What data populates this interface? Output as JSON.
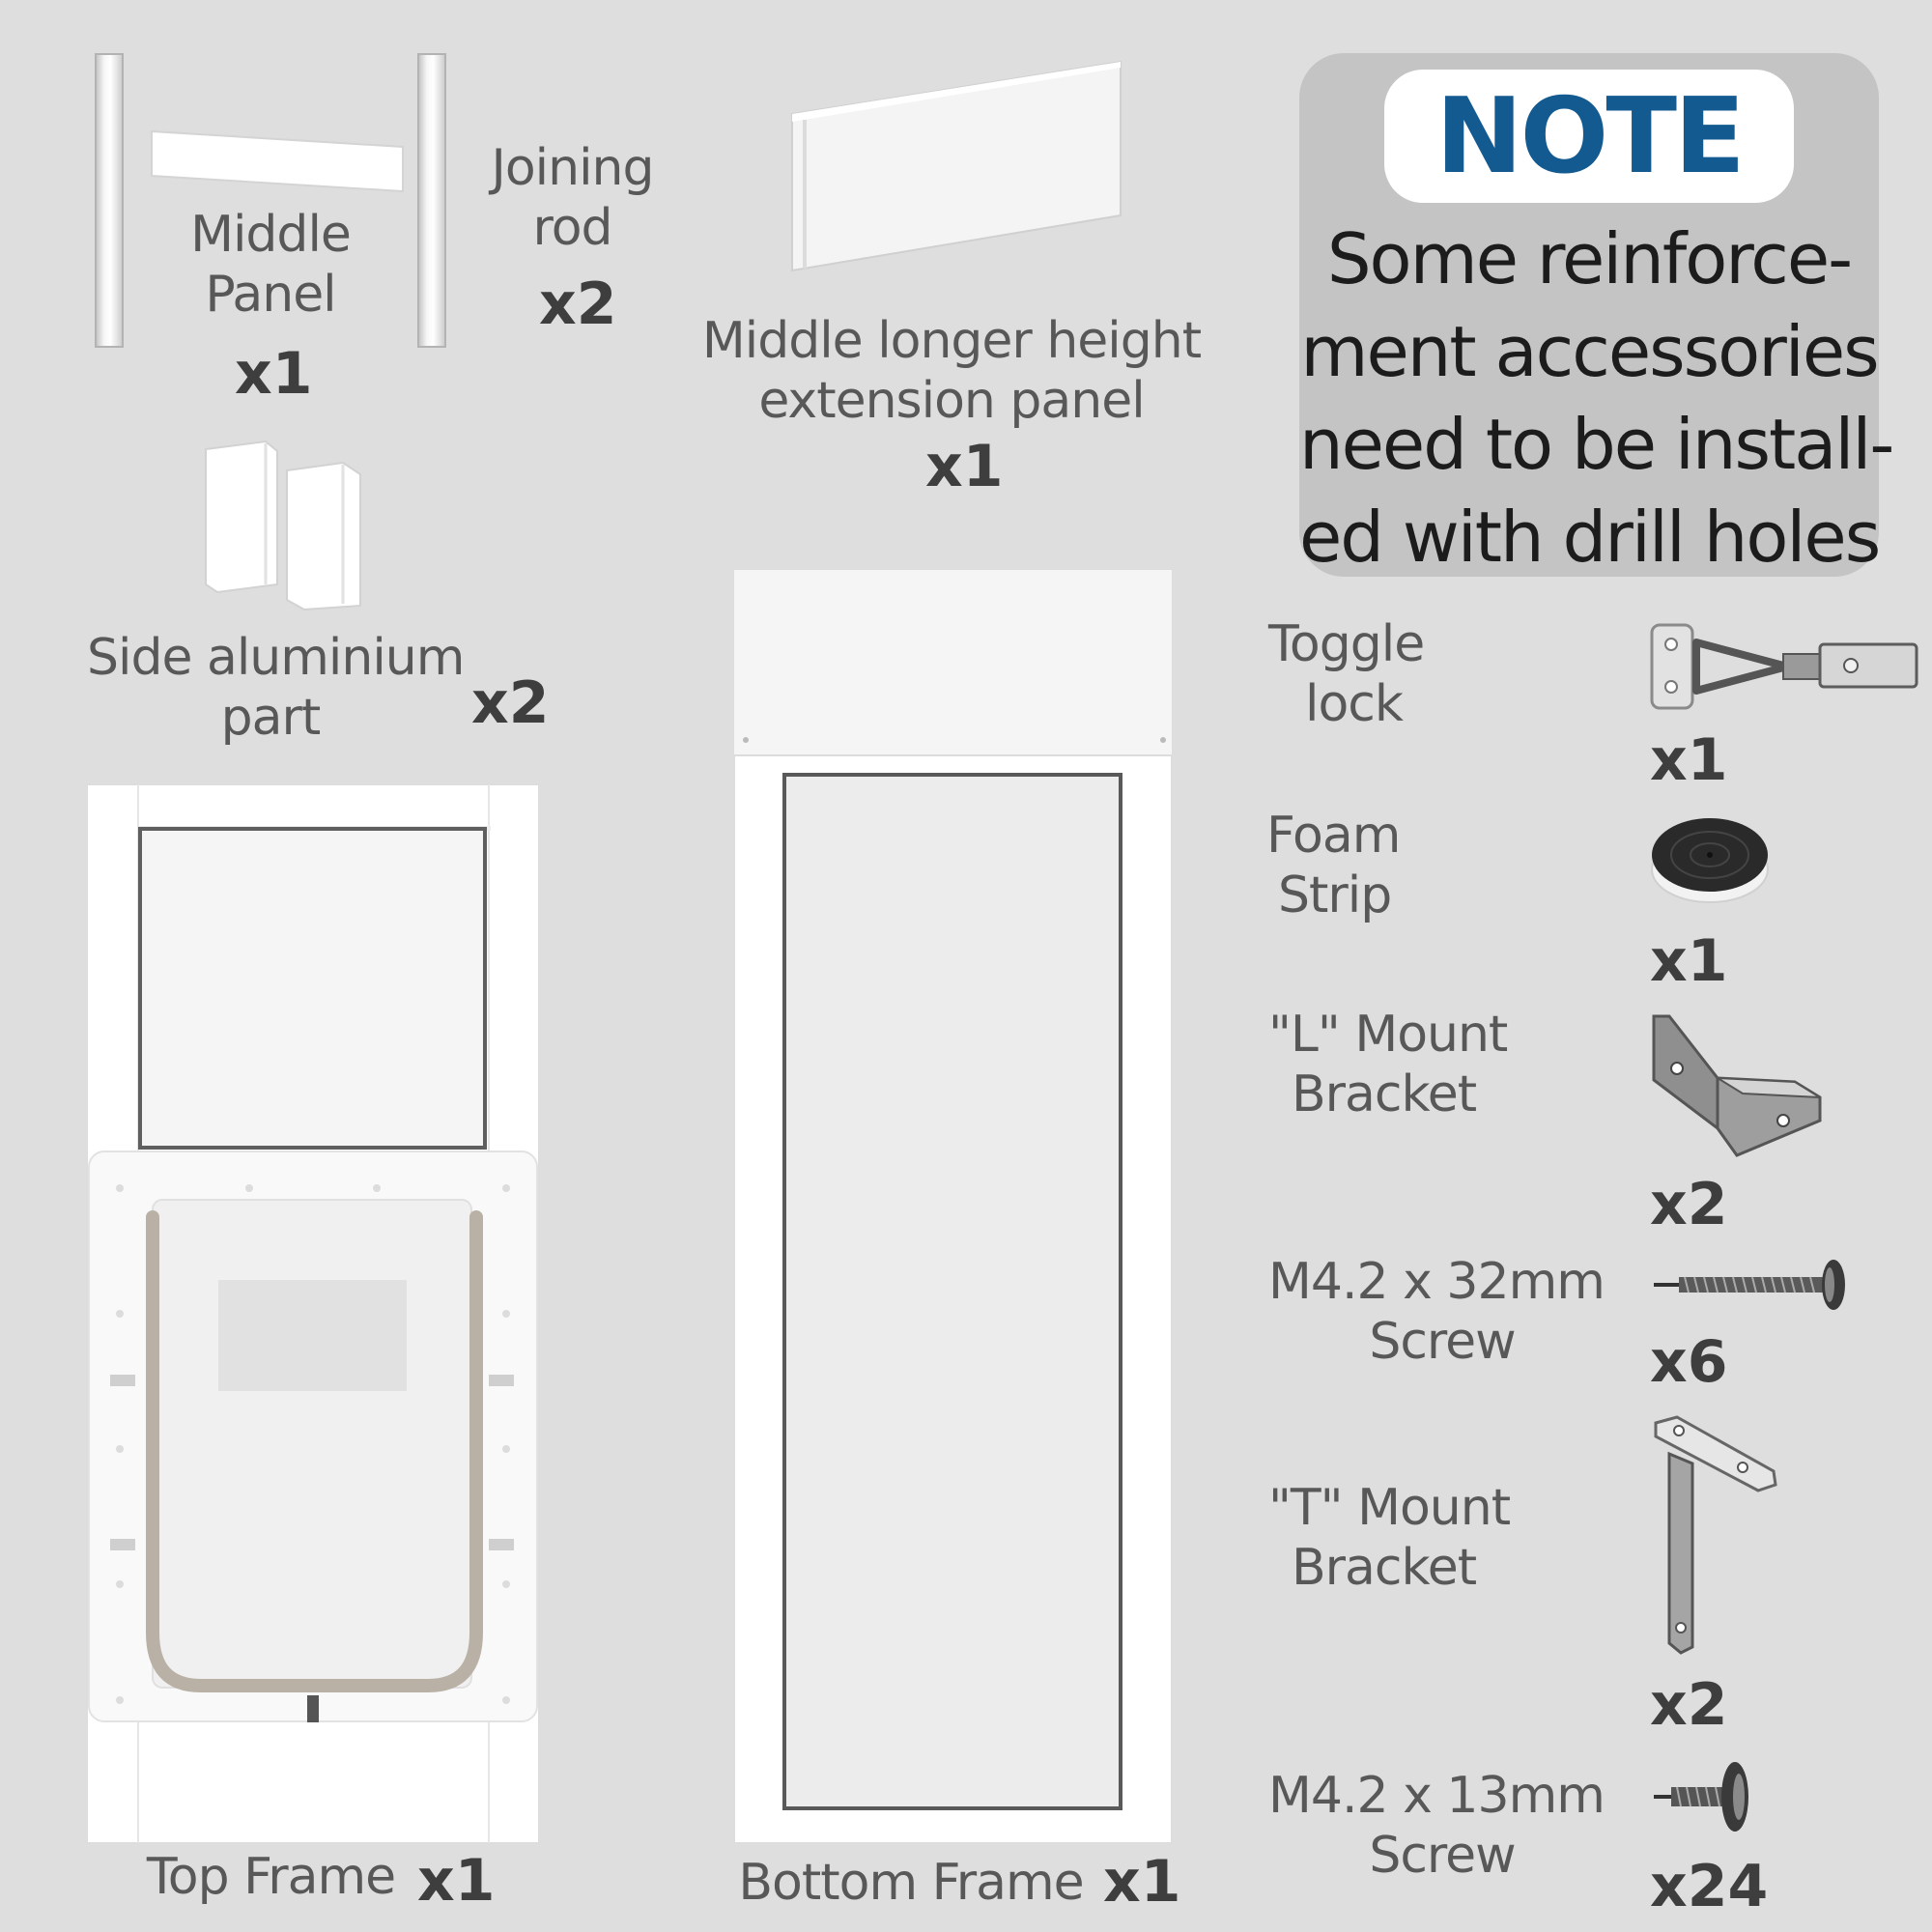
{
  "parts": {
    "middle_panel": {
      "label_line1": "Middle",
      "label_line2": "Panel",
      "qty": "x1"
    },
    "joining_rod": {
      "label_line1": "Joining",
      "label_line2": "rod",
      "qty": "x2"
    },
    "extension_panel": {
      "label_line1": "Middle longer height",
      "label_line2": "extension panel",
      "qty": "x1"
    },
    "side_aluminium": {
      "label_line1": "Side aluminium",
      "label_line2": "part",
      "qty": "x2"
    },
    "top_frame": {
      "label": "Top Frame",
      "qty": "x1"
    },
    "bottom_frame": {
      "label": "Bottom Frame",
      "qty": "x1"
    }
  },
  "note": {
    "title": "NOTE",
    "lines": [
      "Some reinforce-",
      "ment accessories",
      "need to be install-",
      "ed with drill holes"
    ],
    "title_color": "#135a91"
  },
  "hardware": [
    {
      "label_line1": "Toggle",
      "label_line2": "lock",
      "qty": "x1"
    },
    {
      "label_line1": "Foam",
      "label_line2": "Strip",
      "qty": "x1"
    },
    {
      "label_line1": "\"L\" Mount",
      "label_line2": "Bracket",
      "qty": "x2"
    },
    {
      "label_line1": "M4.2 x 32mm",
      "label_line2": "Screw",
      "qty": "x6"
    },
    {
      "label_line1": "\"T\" Mount",
      "label_line2": "Bracket",
      "qty": "x2"
    },
    {
      "label_line1": "M4.2 x 13mm",
      "label_line2": "Screw",
      "qty": "x24"
    }
  ]
}
